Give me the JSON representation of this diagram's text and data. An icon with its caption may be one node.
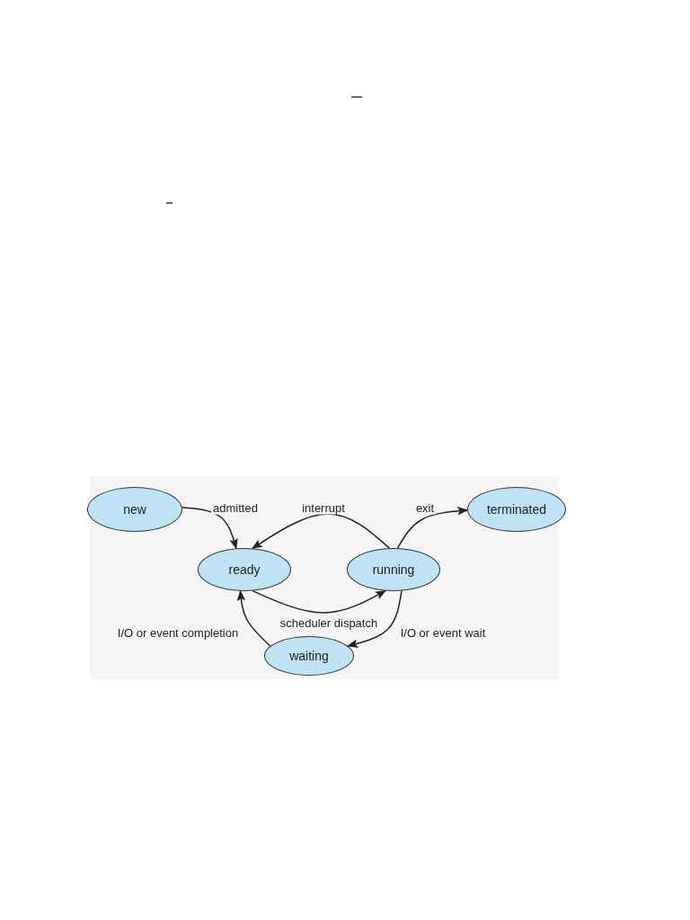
{
  "diagram": {
    "nodes": [
      {
        "text": [
          "new"
        ]
      },
      {
        "text": [
          "ready"
        ]
      },
      {
        "text": [
          "running"
        ]
      },
      {
        "text": [
          "terminated"
        ]
      },
      {
        "text": [
          "waiting"
        ]
      }
    ],
    "edges": [
      {
        "from": 0,
        "to": 1,
        "arrow": "to",
        "label": "admitted"
      },
      {
        "from": 2,
        "to": 1,
        "arrow": "to",
        "label": "interrupt"
      },
      {
        "from": 2,
        "to": 3,
        "arrow": "to",
        "label": "exit"
      },
      {
        "from": 1,
        "to": 2,
        "arrow": "to",
        "label": "scheduler dispatch"
      },
      {
        "from": 2,
        "to": 4,
        "arrow": "to",
        "label": "I/O or event wait"
      },
      {
        "from": 4,
        "to": 1,
        "arrow": "to",
        "label": "I/O or event completion"
      }
    ]
  }
}
